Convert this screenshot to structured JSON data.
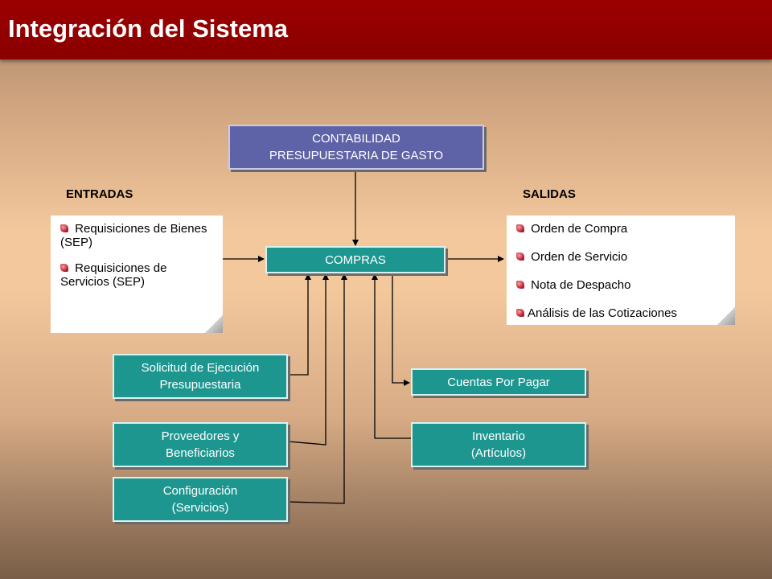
{
  "title": "Integración del Sistema",
  "headings": {
    "inputs": "ENTRADAS",
    "outputs": "SALIDAS"
  },
  "nodes": {
    "contabilidad": {
      "line1": "CONTABILIDAD",
      "line2": "PRESUPUESTARIA DE GASTO"
    },
    "compras": "COMPRAS",
    "solicitud": {
      "line1": "Solicitud de Ejecución",
      "line2": "Presupuestaria"
    },
    "proveedores": {
      "line1": "Proveedores y",
      "line2": "Beneficiarios"
    },
    "configuracion": {
      "line1": "Configuración",
      "line2": "(Servicios)"
    },
    "cuentas": "Cuentas Por Pagar",
    "inventario": {
      "line1": "Inventario",
      "line2": "(Artículos)"
    }
  },
  "entradas": [
    "Requisiciones de Bienes (SEP)",
    "Requisiciones de Servicios (SEP)"
  ],
  "salidas": [
    "Orden de Compra",
    "Orden de Servicio",
    "Nota de Despacho",
    "Análisis de las Cotizaciones"
  ],
  "colors": {
    "title_bar": "#9b0000",
    "node_teal": "#1e9690",
    "node_purple": "#5e63a8"
  }
}
